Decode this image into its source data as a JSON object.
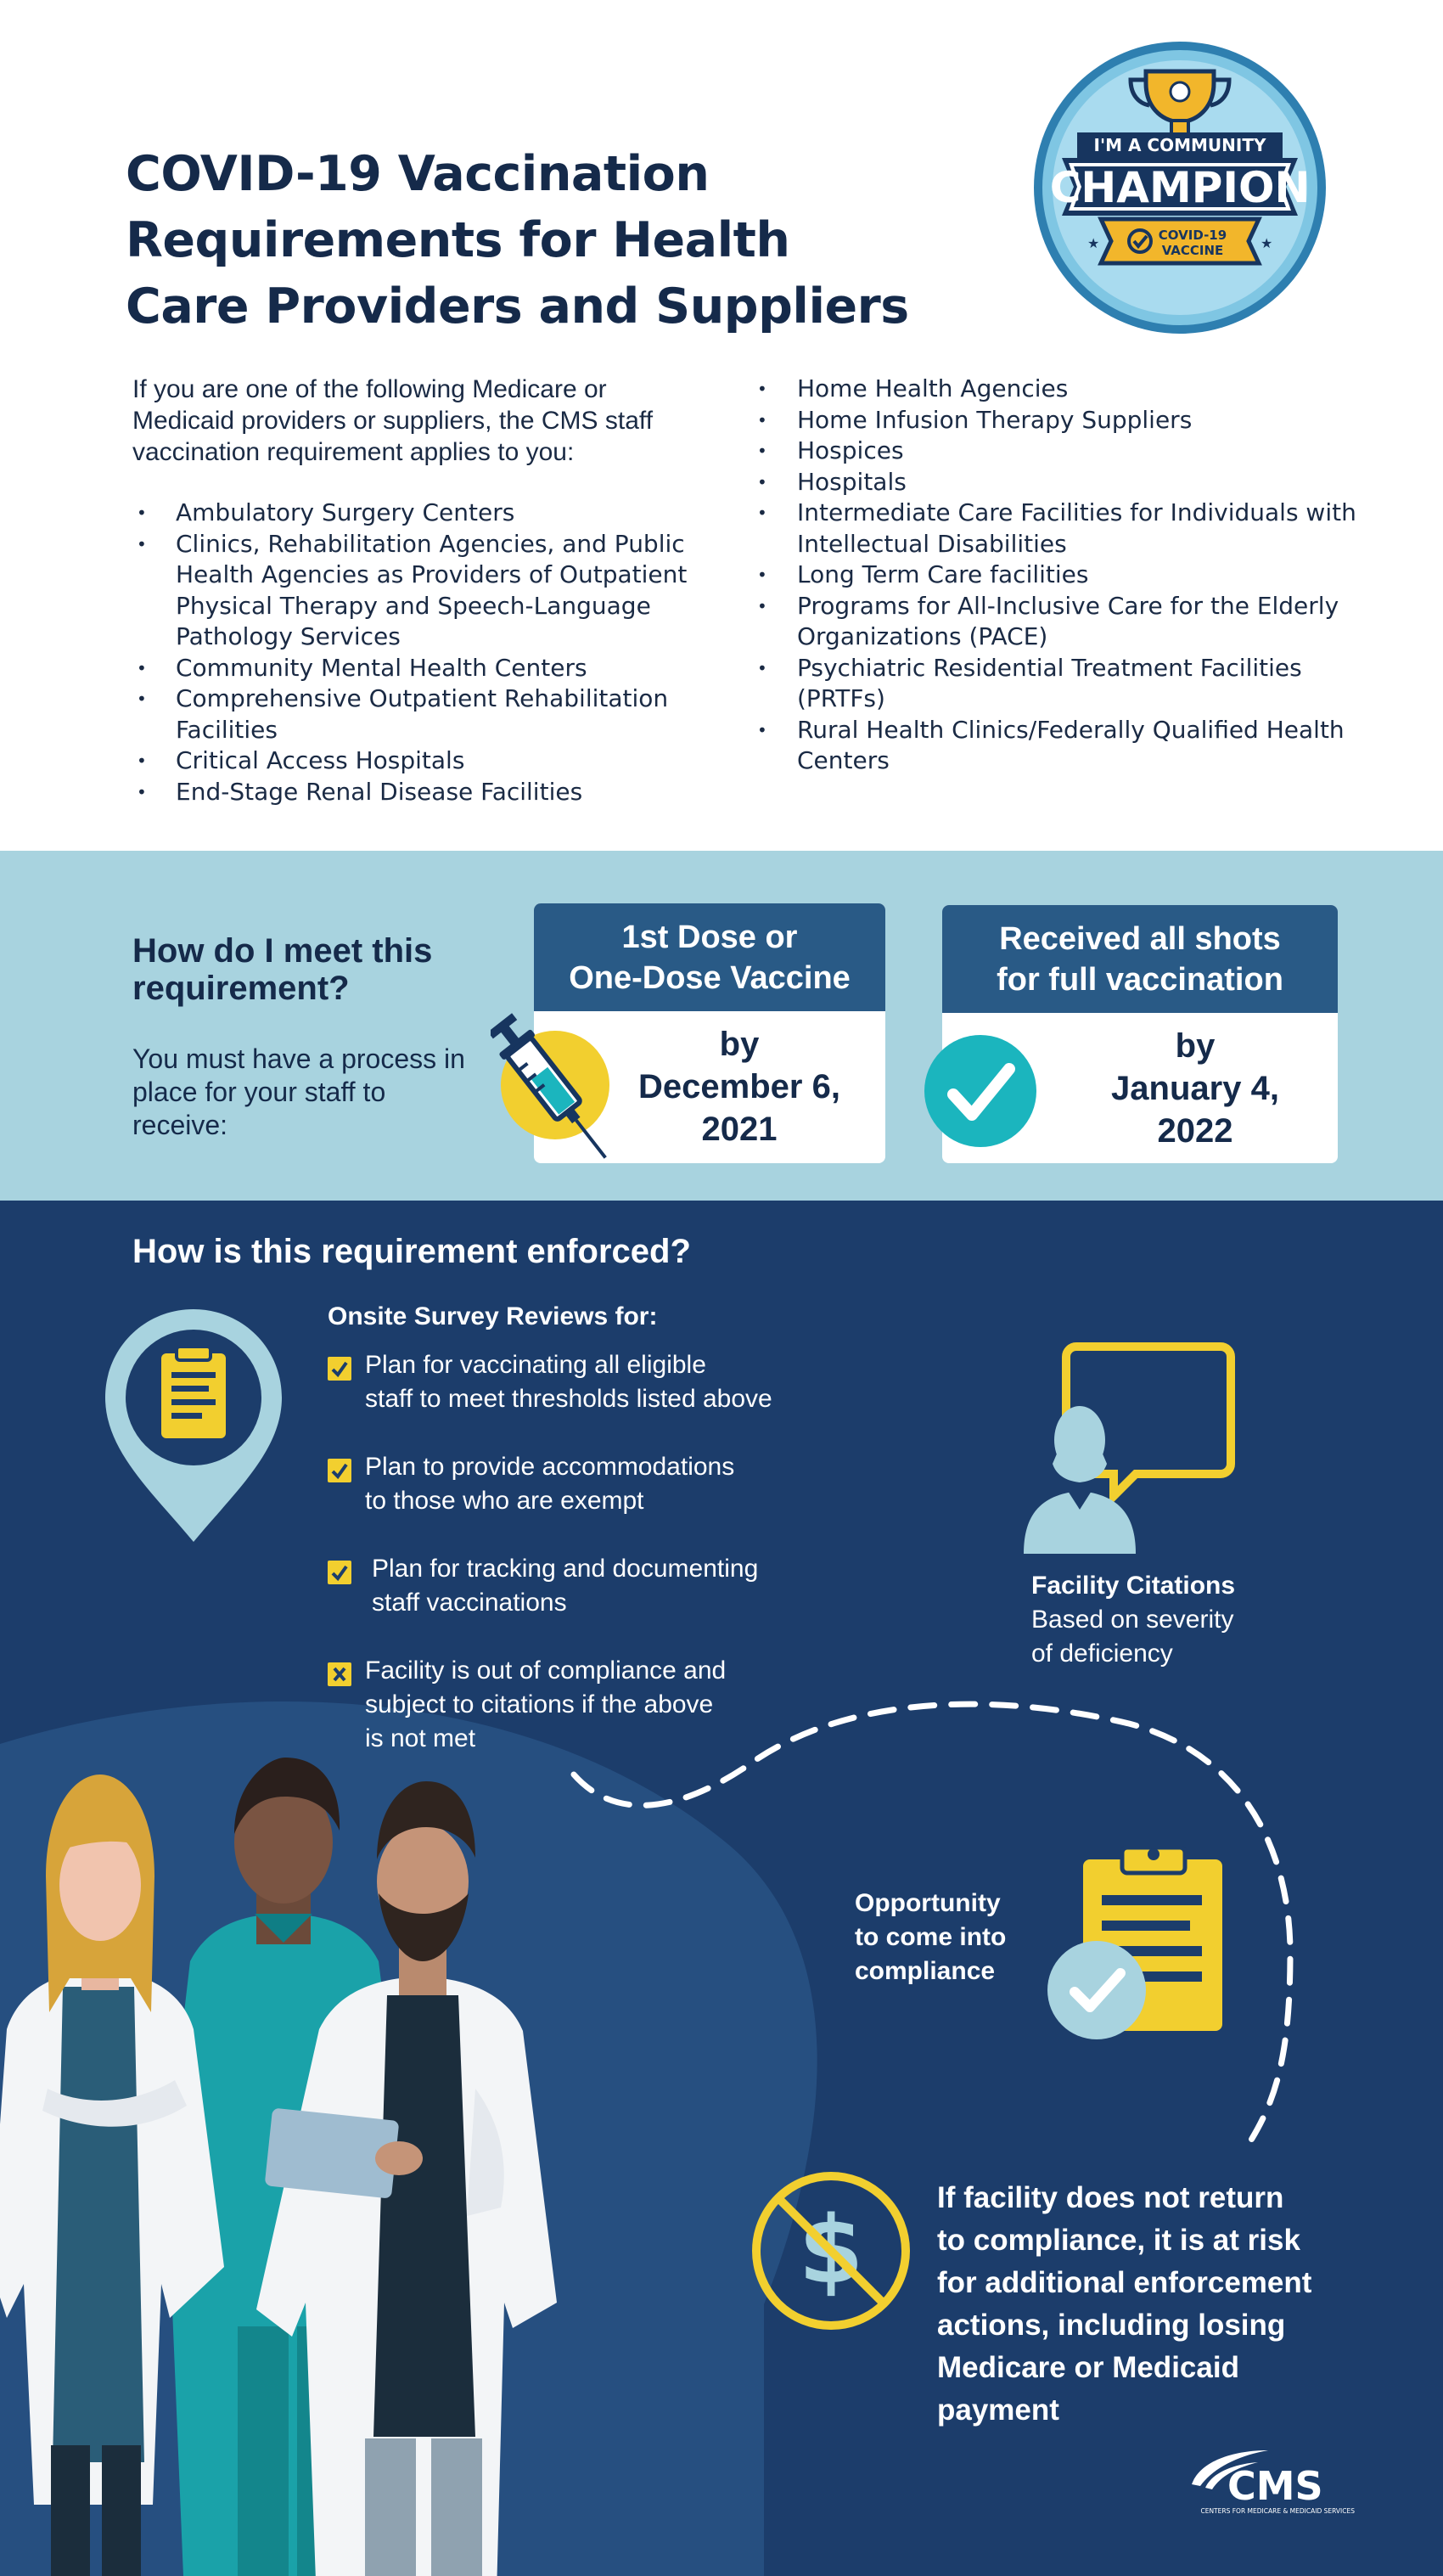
{
  "header": {
    "title_lines": [
      "COVID-19 Vaccination",
      "Requirements for Health",
      "Care Providers and Suppliers"
    ],
    "badge": {
      "top_text": "I'M A COMMUNITY",
      "main_text": "CHAMPION",
      "ribbon_line1": "COVID-19",
      "ribbon_line2": "VACCINE"
    }
  },
  "intro": "If you are one of the following Medicare or Medicaid providers or suppliers, the CMS staff vaccination requirement applies to you:",
  "providers_left": [
    "Ambulatory Surgery Centers",
    "Clinics, Rehabilitation Agencies, and Public Health Agencies as Providers of Outpatient Physical Therapy and Speech-Language Pathology Services",
    "Community Mental Health Centers",
    "Comprehensive Outpatient Rehabilitation Facilities",
    "Critical Access Hospitals",
    "End-Stage Renal Disease Facilities"
  ],
  "providers_right": [
    "Home Health Agencies",
    "Home Infusion Therapy Suppliers",
    "Hospices",
    "Hospitals",
    "Intermediate Care Facilities for Individuals with Intellectual Disabilities",
    "Long Term Care facilities",
    "Programs for All-Inclusive Care for the Elderly Organizations (PACE)",
    "Psychiatric Residential Treatment Facilities (PRTFs)",
    "Rural Health Clinics/Federally Qualified Health Centers"
  ],
  "requirement": {
    "title_lines": [
      "How do I meet this",
      "requirement?"
    ],
    "text": "You must have a process in place for your staff to receive:",
    "first_dose": {
      "head_lines": [
        "1st Dose or",
        "One-Dose Vaccine"
      ],
      "by": "by",
      "date_lines": [
        "December 6,",
        "2021"
      ]
    },
    "full": {
      "head_lines": [
        "Received all shots",
        "for full vaccination"
      ],
      "by": "by",
      "date_lines": [
        "January 4,",
        "2022"
      ]
    }
  },
  "enforcement": {
    "title": "How is this requirement enforced?",
    "survey_head": "Onsite Survey Reviews for:",
    "items": [
      {
        "lines": [
          "Plan for vaccinating all eligible",
          "staff to meet thresholds listed above"
        ],
        "mark": "check"
      },
      {
        "lines": [
          "Plan to provide accommodations",
          "to those who are exempt"
        ],
        "mark": "check"
      },
      {
        "lines": [
          "Plan for tracking and documenting",
          "staff vaccinations"
        ],
        "mark": "check"
      },
      {
        "lines": [
          "Facility is out of compliance and",
          "subject to citations if the above",
          "is not met"
        ],
        "mark": "x"
      }
    ],
    "citations": {
      "title": "Facility Citations",
      "lines": [
        "Based on severity",
        "of deficiency"
      ]
    },
    "opportunity_lines": [
      "Opportunity",
      "to come into",
      "compliance"
    ],
    "risk_lines": [
      "If facility does not return",
      "to compliance, it is at risk",
      "for additional enforcement",
      "actions, including losing",
      "Medicare or Medicaid",
      "payment"
    ]
  },
  "logo": {
    "name": "CMS",
    "subtitle": "CENTERS FOR MEDICARE & MEDICAID SERVICES"
  },
  "colors": {
    "navy": "#1c3d6b",
    "title_navy": "#152a4a",
    "light_blue": "#a8d3df",
    "card_blue": "#295a86",
    "yellow": "#f2cf2f",
    "teal": "#1bb5be"
  }
}
